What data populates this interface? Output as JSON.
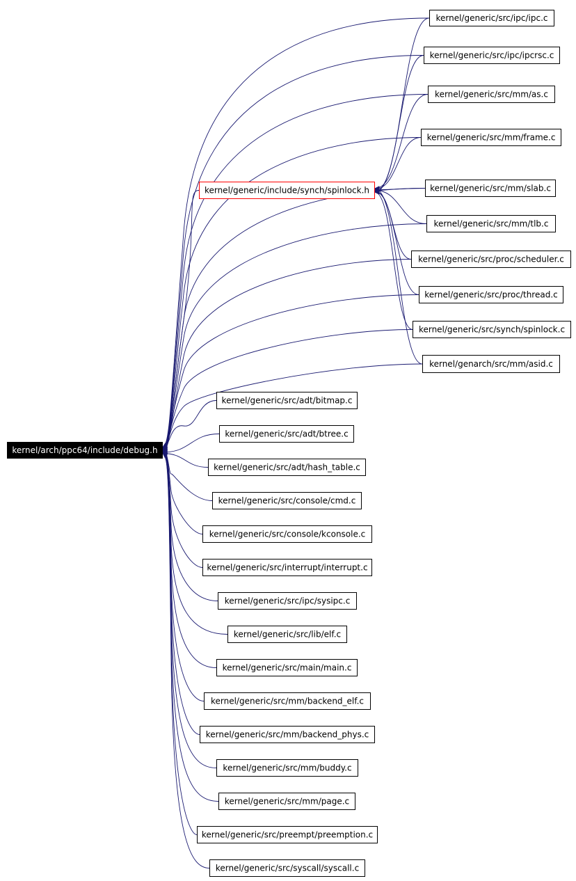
{
  "colors": {
    "background": "#ffffff",
    "edge": "#191970",
    "node_border": "#000000",
    "highlight_border": "#ff0000",
    "root_fill": "#000000",
    "root_text": "#ffffff"
  },
  "root": {
    "id": "debug",
    "label": "kernel/arch/ppc64/include/debug.h"
  },
  "hub": {
    "id": "spinlock_h",
    "label": "kernel/generic/include/synch/spinlock.h"
  },
  "nodes": [
    {
      "id": "ipc_c",
      "label": "kernel/generic/src/ipc/ipc.c"
    },
    {
      "id": "ipcrsc_c",
      "label": "kernel/generic/src/ipc/ipcrsc.c"
    },
    {
      "id": "as_c",
      "label": "kernel/generic/src/mm/as.c"
    },
    {
      "id": "frame_c",
      "label": "kernel/generic/src/mm/frame.c"
    },
    {
      "id": "slab_c",
      "label": "kernel/generic/src/mm/slab.c"
    },
    {
      "id": "tlb_c",
      "label": "kernel/generic/src/mm/tlb.c"
    },
    {
      "id": "scheduler_c",
      "label": "kernel/generic/src/proc/scheduler.c"
    },
    {
      "id": "thread_c",
      "label": "kernel/generic/src/proc/thread.c"
    },
    {
      "id": "spinlock_c",
      "label": "kernel/generic/src/synch/spinlock.c"
    },
    {
      "id": "asid_c",
      "label": "kernel/genarch/src/mm/asid.c"
    },
    {
      "id": "bitmap_c",
      "label": "kernel/generic/src/adt/bitmap.c"
    },
    {
      "id": "btree_c",
      "label": "kernel/generic/src/adt/btree.c"
    },
    {
      "id": "hash_table_c",
      "label": "kernel/generic/src/adt/hash_table.c"
    },
    {
      "id": "cmd_c",
      "label": "kernel/generic/src/console/cmd.c"
    },
    {
      "id": "kconsole_c",
      "label": "kernel/generic/src/console/kconsole.c"
    },
    {
      "id": "interrupt_c",
      "label": "kernel/generic/src/interrupt/interrupt.c"
    },
    {
      "id": "sysipc_c",
      "label": "kernel/generic/src/ipc/sysipc.c"
    },
    {
      "id": "elf_c",
      "label": "kernel/generic/src/lib/elf.c"
    },
    {
      "id": "main_c",
      "label": "kernel/generic/src/main/main.c"
    },
    {
      "id": "backend_elf_c",
      "label": "kernel/generic/src/mm/backend_elf.c"
    },
    {
      "id": "backend_phys_c",
      "label": "kernel/generic/src/mm/backend_phys.c"
    },
    {
      "id": "buddy_c",
      "label": "kernel/generic/src/mm/buddy.c"
    },
    {
      "id": "page_c",
      "label": "kernel/generic/src/mm/page.c"
    },
    {
      "id": "preemption_c",
      "label": "kernel/generic/src/preempt/preemption.c"
    },
    {
      "id": "syscall_c",
      "label": "kernel/generic/src/syscall/syscall.c"
    }
  ],
  "edges": [
    {
      "from": "ipc_c",
      "to": "debug"
    },
    {
      "from": "ipcrsc_c",
      "to": "debug"
    },
    {
      "from": "as_c",
      "to": "debug"
    },
    {
      "from": "frame_c",
      "to": "debug"
    },
    {
      "from": "slab_c",
      "to": "debug"
    },
    {
      "from": "tlb_c",
      "to": "debug"
    },
    {
      "from": "scheduler_c",
      "to": "debug"
    },
    {
      "from": "thread_c",
      "to": "debug"
    },
    {
      "from": "spinlock_c",
      "to": "debug"
    },
    {
      "from": "asid_c",
      "to": "debug"
    },
    {
      "from": "spinlock_h",
      "to": "debug"
    },
    {
      "from": "bitmap_c",
      "to": "debug"
    },
    {
      "from": "btree_c",
      "to": "debug"
    },
    {
      "from": "hash_table_c",
      "to": "debug"
    },
    {
      "from": "cmd_c",
      "to": "debug"
    },
    {
      "from": "kconsole_c",
      "to": "debug"
    },
    {
      "from": "interrupt_c",
      "to": "debug"
    },
    {
      "from": "sysipc_c",
      "to": "debug"
    },
    {
      "from": "elf_c",
      "to": "debug"
    },
    {
      "from": "main_c",
      "to": "debug"
    },
    {
      "from": "backend_elf_c",
      "to": "debug"
    },
    {
      "from": "backend_phys_c",
      "to": "debug"
    },
    {
      "from": "buddy_c",
      "to": "debug"
    },
    {
      "from": "page_c",
      "to": "debug"
    },
    {
      "from": "preemption_c",
      "to": "debug"
    },
    {
      "from": "syscall_c",
      "to": "debug"
    },
    {
      "from": "ipc_c",
      "to": "spinlock_h"
    },
    {
      "from": "ipcrsc_c",
      "to": "spinlock_h"
    },
    {
      "from": "as_c",
      "to": "spinlock_h"
    },
    {
      "from": "frame_c",
      "to": "spinlock_h"
    },
    {
      "from": "slab_c",
      "to": "spinlock_h"
    },
    {
      "from": "tlb_c",
      "to": "spinlock_h"
    },
    {
      "from": "scheduler_c",
      "to": "spinlock_h"
    },
    {
      "from": "thread_c",
      "to": "spinlock_h"
    },
    {
      "from": "spinlock_c",
      "to": "spinlock_h"
    },
    {
      "from": "asid_c",
      "to": "spinlock_h"
    }
  ]
}
